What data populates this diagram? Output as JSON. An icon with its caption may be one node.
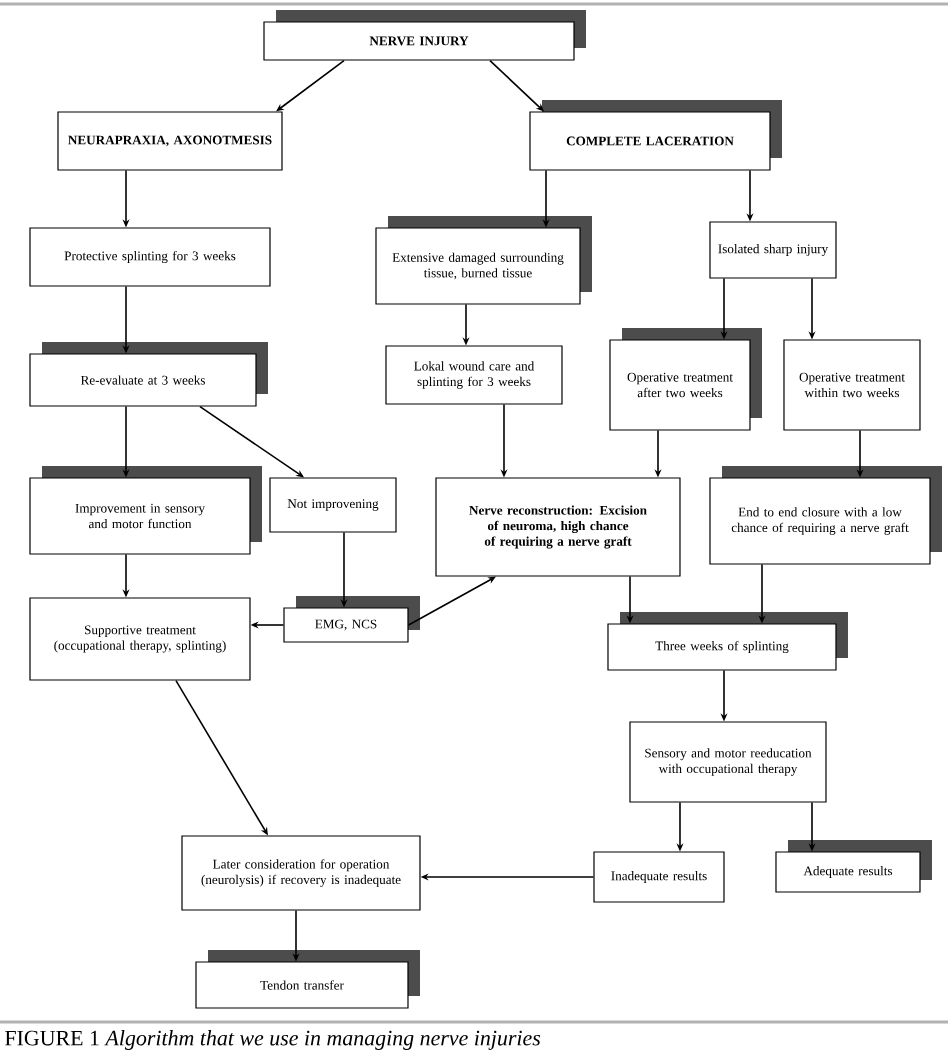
{
  "diagram": {
    "caption": "FIGURE 1 *Algorithm that we use in managing nerve injuries*",
    "nodes": [
      {
        "text": [
          "NERVE INJURY"
        ]
      },
      {
        "text": [
          "NEURAPRAXIA, AXONOTMESIS"
        ]
      },
      {
        "text": [
          "COMPLETE LACERATION"
        ]
      },
      {
        "text": [
          "Protective splinting for 3 weeks"
        ]
      },
      {
        "text": [
          "Extensive damaged surrounding tissue, burned tissue"
        ]
      },
      {
        "text": [
          "Isolated sharp injury"
        ]
      },
      {
        "text": [
          "Re-evaluate at 3 weeks"
        ]
      },
      {
        "text": [
          "Lokal wound care and splinting for 3 weeks"
        ]
      },
      {
        "text": [
          "Operative treatment after two weeks"
        ]
      },
      {
        "text": [
          "Operative treatment within two weeks"
        ]
      },
      {
        "text": [
          "Improvement in sensory and motor function"
        ]
      },
      {
        "text": [
          "Not improvening"
        ]
      },
      {
        "text": [
          "Nerve reconstruction: Excision of neuroma, high chance of requiring a nerve graft"
        ]
      },
      {
        "text": [
          "End to end closure with a low chance of requiring a nerve graft"
        ]
      },
      {
        "text": [
          "Supportive treatment (occupational therapy, splinting)"
        ]
      },
      {
        "text": [
          "EMG, NCS"
        ]
      },
      {
        "text": [
          "Three weeks of splinting"
        ]
      },
      {
        "text": [
          "Sensory and motor reeducation with occupational therapy"
        ]
      },
      {
        "text": [
          "Later consideration for operation (neurolysis) if recovery is inadequate"
        ]
      },
      {
        "text": [
          "Inadequate results"
        ]
      },
      {
        "text": [
          "Adequate results"
        ]
      },
      {
        "text": [
          "Tendon transfer"
        ]
      }
    ],
    "edges": [
      {
        "from": 0,
        "to": 1,
        "arrow": "to"
      },
      {
        "from": 0,
        "to": 2,
        "arrow": "to"
      },
      {
        "from": 1,
        "to": 3,
        "arrow": "to"
      },
      {
        "from": 2,
        "to": 4,
        "arrow": "to"
      },
      {
        "from": 2,
        "to": 5,
        "arrow": "to"
      },
      {
        "from": 3,
        "to": 6,
        "arrow": "to"
      },
      {
        "from": 4,
        "to": 7,
        "arrow": "to"
      },
      {
        "from": 5,
        "to": 8,
        "arrow": "to"
      },
      {
        "from": 5,
        "to": 9,
        "arrow": "to"
      },
      {
        "from": 6,
        "to": 10,
        "arrow": "to"
      },
      {
        "from": 6,
        "to": 11,
        "arrow": "to"
      },
      {
        "from": 7,
        "to": 12,
        "arrow": "to"
      },
      {
        "from": 8,
        "to": 12,
        "arrow": "to"
      },
      {
        "from": 9,
        "to": 13,
        "arrow": "to"
      },
      {
        "from": 10,
        "to": 14,
        "arrow": "to"
      },
      {
        "from": 11,
        "to": 15,
        "arrow": "to"
      },
      {
        "from": 15,
        "to": 14,
        "arrow": "to"
      },
      {
        "from": 15,
        "to": 12,
        "arrow": "to"
      },
      {
        "from": 12,
        "to": 16,
        "arrow": "to"
      },
      {
        "from": 13,
        "to": 16,
        "arrow": "to"
      },
      {
        "from": 16,
        "to": 17,
        "arrow": "to"
      },
      {
        "from": 17,
        "to": 19,
        "arrow": "to"
      },
      {
        "from": 17,
        "to": 20,
        "arrow": "to"
      },
      {
        "from": 14,
        "to": 18,
        "arrow": "to"
      },
      {
        "from": 19,
        "to": 18,
        "arrow": "to"
      },
      {
        "from": 18,
        "to": 21,
        "arrow": "to"
      }
    ]
  }
}
